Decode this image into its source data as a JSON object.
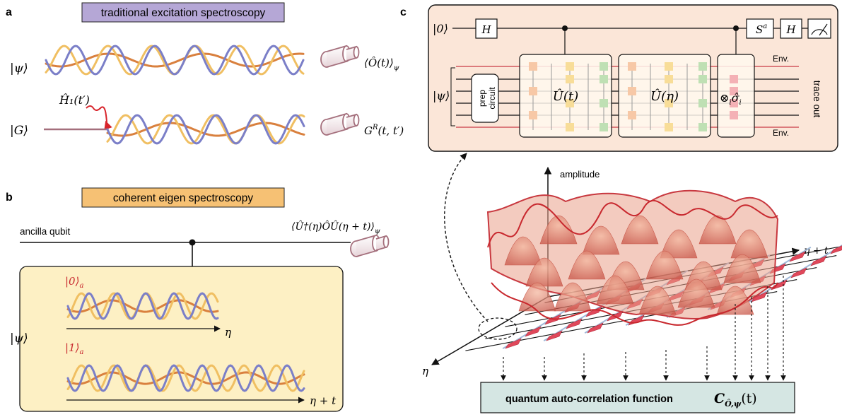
{
  "panels": {
    "a": {
      "label": "a",
      "title": "traditional excitation spectroscopy",
      "state_psi": "|ψ⟩",
      "state_G": "|G⟩",
      "perturbation": "Ĥ₁(t′)",
      "observable": "⟨Ô(t)⟩",
      "observable_sub": "ψ",
      "greens": "G",
      "greens_sup": "R",
      "greens_args": "(t, t′)"
    },
    "b": {
      "label": "b",
      "title": "coherent eigen spectroscopy",
      "ancilla": "ancilla qubit",
      "correlator": "⟨Û†(η)ÔÛ(η + t)⟩",
      "correlator_sub": "ψ",
      "state_psi": "|ψ⟩",
      "branch0": "|0⟩",
      "branch0_sub": "a",
      "branch1": "|1⟩",
      "branch1_sub": "a",
      "axis0": "η",
      "axis1": "η + t"
    },
    "c": {
      "label": "c",
      "ket0": "|0⟩",
      "gate_H": "H",
      "gate_S": "S",
      "gate_S_sup": "a",
      "gate_H2": "H",
      "psi": "|ψ⟩",
      "prep_line1": "prep",
      "prep_line2": "circuit",
      "U_t": "Û(t)",
      "U_eta": "Û(η)",
      "otimes": "⊗",
      "otimes_sub": "i",
      "sigma": "σ̂",
      "sigma_sub": "i",
      "env_top": "Env.",
      "env_bottom": "Env.",
      "trace_out": "trace out",
      "amplitude": "amplitude",
      "axis_eta_t": "η + t",
      "axis_eta": "η",
      "qacf_text": "quantum auto-correlation function",
      "qacf_symbol": "C",
      "qacf_sub": "Ô,ψ",
      "qacf_arg": "(t)"
    }
  },
  "colors": {
    "wave_blue": "#7b7fc8",
    "wave_yellow": "#f0bf62",
    "wave_orange": "#d9803e",
    "title_a_bg": "#b5a7d6",
    "title_b_bg": "#f6c174",
    "panel_b_bg": "#fdf0c4",
    "panel_c_bg": "#fbe6d8",
    "qacf_bg": "#d5e6e3",
    "accent_red": "#c8282e",
    "detector": "#a46f7c",
    "env_line": "#c93a45"
  }
}
